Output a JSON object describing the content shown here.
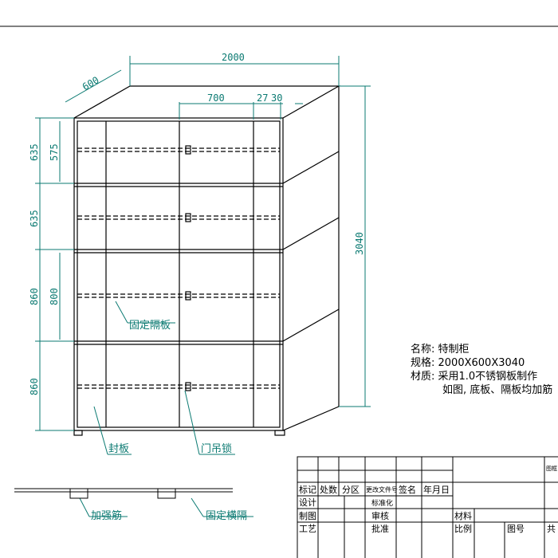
{
  "dimensions": {
    "width": "2000",
    "depth": "600",
    "height": "3040",
    "door": "700",
    "gap1": "27",
    "gap2": "30",
    "rows": [
      "635",
      "635",
      "860",
      "860"
    ],
    "inner": [
      "575",
      "800"
    ]
  },
  "callouts": {
    "fixed_shelf": "固定隔板",
    "seal_plate": "封板",
    "door_lock": "门吊锁",
    "stiffener": "加强筋",
    "fixed_rail": "固定横隔"
  },
  "notes": {
    "name": "名称: 特制柜",
    "spec": "规格: 2000X600X3040",
    "material": "材质: 采用1.0不锈钢板制作",
    "material2": "如图, 底板、隔板均加筋"
  },
  "title_block": {
    "headers": [
      "标记",
      "处数",
      "分区",
      "更改文件号",
      "签名",
      "年月日"
    ],
    "design": "设计",
    "standard": "标准化",
    "drawing": "制图",
    "review": "审核",
    "material": "材料",
    "process": "工艺",
    "approve": "批准",
    "scale": "比例",
    "drawing_no": "图号",
    "total": "共",
    "corner": "图框"
  },
  "colors": {
    "dim": "#0b7a72",
    "line": "#000000"
  }
}
